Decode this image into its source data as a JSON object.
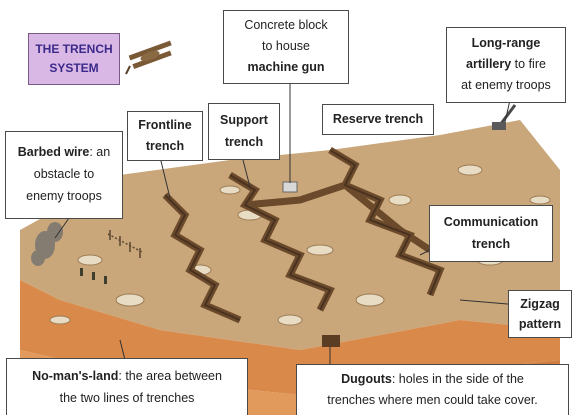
{
  "title": {
    "line1": "THE TRENCH",
    "line2": "SYSTEM"
  },
  "labels": {
    "barbed_wire": {
      "bold": "Barbed wire",
      "rest1": ": an",
      "line2": "obstacle to",
      "line3": "enemy troops"
    },
    "frontline": {
      "line1": "Frontline",
      "line2": "trench"
    },
    "support": {
      "line1": "Support",
      "line2": "trench"
    },
    "concrete": {
      "line1": "Concrete block",
      "line2": "to house",
      "line3": "machine gun"
    },
    "reserve": {
      "line1": "Reserve trench"
    },
    "artillery": {
      "line1": "Long-range",
      "line2_bold": "artillery",
      "line2_rest": " to fire",
      "line3": "at enemy troops"
    },
    "communication": {
      "line1": "Communication",
      "line2": "trench"
    },
    "zigzag": {
      "line1": "Zigzag",
      "line2": "pattern"
    },
    "no_mans_land": {
      "bold": "No-man's-land",
      "rest": ": the area between",
      "line2": "the two lines of trenches"
    },
    "dugouts": {
      "bold": "Dugouts",
      "rest": ": holes in the side of the",
      "line2": "trenches where men could take cover."
    }
  },
  "colors": {
    "ground": "#c9a77a",
    "ground_dark": "#a07a4e",
    "front_face": "#d98a4a",
    "trench": "#6b4a2c",
    "title_bg": "#d9b8e6",
    "title_text": "#3b2a8a"
  }
}
